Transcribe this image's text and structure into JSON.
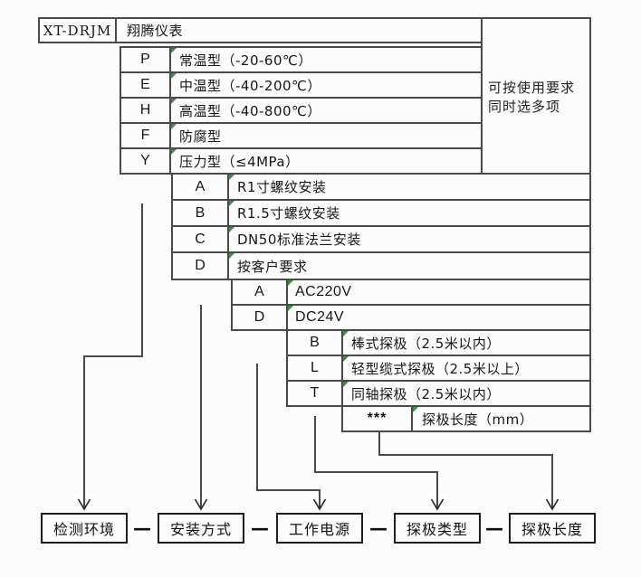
{
  "header": {
    "model": "XT-DRJM",
    "brand": "翔腾仪表"
  },
  "note": {
    "line1": "可按使用要求",
    "line2": "同时选多项"
  },
  "tiers": [
    {
      "name": "检测环境",
      "rows": [
        {
          "code": "P",
          "desc": "常温型（-20-60℃）"
        },
        {
          "code": "E",
          "desc": "中温型（-40-200℃）"
        },
        {
          "code": "H",
          "desc": "高温型（-40-800℃）"
        },
        {
          "code": "F",
          "desc": "防腐型"
        },
        {
          "code": "Y",
          "desc": "压力型（≤4MPa）"
        }
      ]
    },
    {
      "name": "安装方式",
      "rows": [
        {
          "code": "A",
          "desc": "R1寸螺纹安装"
        },
        {
          "code": "B",
          "desc": "R1.5寸螺纹安装"
        },
        {
          "code": "C",
          "desc": "DN50标准法兰安装"
        },
        {
          "code": "D",
          "desc": "按客户要求"
        }
      ]
    },
    {
      "name": "工作电源",
      "rows": [
        {
          "code": "A",
          "desc": "AC220V"
        },
        {
          "code": "D",
          "desc": "DC24V"
        }
      ]
    },
    {
      "name": "探极类型",
      "rows": [
        {
          "code": "B",
          "desc": "棒式探极（2.5米以内）"
        },
        {
          "code": "L",
          "desc": "轻型缆式探极（2.5米以上）"
        },
        {
          "code": "T",
          "desc": "同轴探极（2.5米以内）"
        }
      ]
    },
    {
      "name": "探极长度",
      "rows": [
        {
          "code": "***",
          "desc": "探极长度（mm）"
        }
      ]
    }
  ],
  "bottom": {
    "labels": [
      "检测环境",
      "安装方式",
      "工作电源",
      "探极类型",
      "探极长度"
    ]
  },
  "separator": "—",
  "colors": {
    "table_line": "#4a4a4a",
    "cell_marker_green": "#3e8e41",
    "box_border": "#1f1f1f",
    "text": "#161616"
  }
}
